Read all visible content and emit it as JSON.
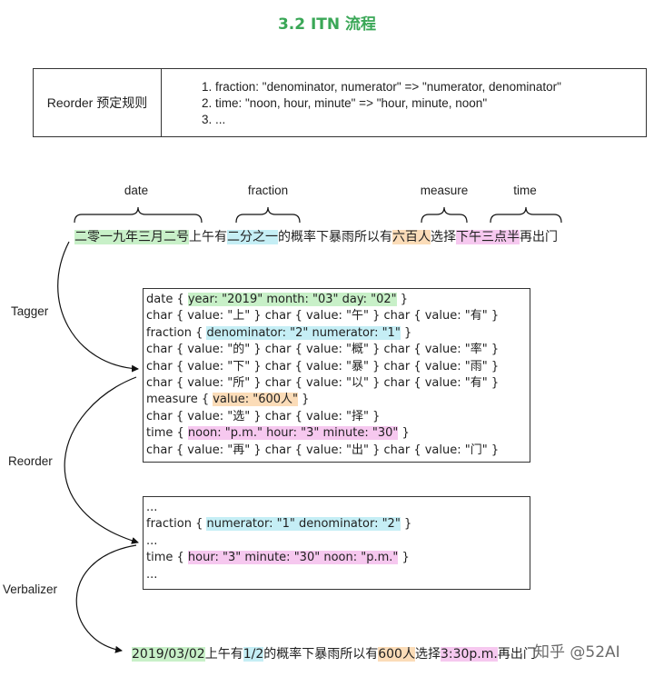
{
  "title": "3.2 ITN 流程",
  "reorder_rules": {
    "label": "Reorder 预定规则",
    "rules": [
      "1. fraction: \"denominator, numerator\" => \"numerator, denominator\"",
      "2. time: \"noon, hour, minute\" => \"hour, minute, noon\"",
      "3. ..."
    ]
  },
  "segment_labels": {
    "date": "date",
    "fraction": "fraction",
    "measure": "measure",
    "time": "time"
  },
  "input_sentence": [
    {
      "text": "二零一九年三月二号",
      "hl": "green"
    },
    {
      "text": "上午有",
      "hl": ""
    },
    {
      "text": "二分之一",
      "hl": "blue"
    },
    {
      "text": "的概率下暴雨所以有",
      "hl": ""
    },
    {
      "text": "六百人",
      "hl": "orange"
    },
    {
      "text": "选择",
      "hl": ""
    },
    {
      "text": "下午三点半",
      "hl": "pink"
    },
    {
      "text": "再出门",
      "hl": ""
    }
  ],
  "stages": {
    "tagger": "Tagger",
    "reorder": "Reorder",
    "verbalizer": "Verbalizer"
  },
  "tagger_output": [
    [
      {
        "text": "date { ",
        "hl": ""
      },
      {
        "text": "year: \"2019\" month: \"03\" day: \"02\"",
        "hl": "green"
      },
      {
        "text": " }",
        "hl": ""
      }
    ],
    [
      {
        "text": "char { value: \"上\" } char { value: \"午\" } char { value: \"有\" }",
        "hl": ""
      }
    ],
    [
      {
        "text": "fraction { ",
        "hl": ""
      },
      {
        "text": "denominator: \"2\" numerator: \"1\"",
        "hl": "blue"
      },
      {
        "text": " }",
        "hl": ""
      }
    ],
    [
      {
        "text": "char { value: \"的\" } char { value: \"概\" } char { value: \"率\" }",
        "hl": ""
      }
    ],
    [
      {
        "text": "char { value: \"下\" } char { value: \"暴\" } char { value: \"雨\" }",
        "hl": ""
      }
    ],
    [
      {
        "text": "char { value: \"所\" } char { value: \"以\" } char { value: \"有\" }",
        "hl": ""
      }
    ],
    [
      {
        "text": "measure { ",
        "hl": ""
      },
      {
        "text": "value: \"600人\"",
        "hl": "orange"
      },
      {
        "text": " }",
        "hl": ""
      }
    ],
    [
      {
        "text": "char { value: \"选\" } char { value: \"择\" }",
        "hl": ""
      }
    ],
    [
      {
        "text": "time { ",
        "hl": ""
      },
      {
        "text": "noon: \"p.m.\" hour: \"3\" minute: \"30\"",
        "hl": "pink"
      },
      {
        "text": " }",
        "hl": ""
      }
    ],
    [
      {
        "text": "char { value: \"再\" } char { value: \"出\" } char { value: \"门\" }",
        "hl": ""
      }
    ]
  ],
  "reorder_output": [
    [
      {
        "text": "...",
        "hl": ""
      }
    ],
    [
      {
        "text": "fraction { ",
        "hl": ""
      },
      {
        "text": "numerator: \"1\" denominator: \"2\"",
        "hl": "blue"
      },
      {
        "text": " }",
        "hl": ""
      }
    ],
    [
      {
        "text": "...",
        "hl": ""
      }
    ],
    [
      {
        "text": "time { ",
        "hl": ""
      },
      {
        "text": "hour: \"3\" minute: \"30\" noon: \"p.m.\"",
        "hl": "pink"
      },
      {
        "text": " }",
        "hl": ""
      }
    ],
    [
      {
        "text": "...",
        "hl": ""
      }
    ]
  ],
  "output_sentence": [
    {
      "text": "2019/03/02",
      "hl": "green"
    },
    {
      "text": "上午有",
      "hl": ""
    },
    {
      "text": "1/2",
      "hl": "blue"
    },
    {
      "text": "的概率下暴雨所以有",
      "hl": ""
    },
    {
      "text": "600人",
      "hl": "orange"
    },
    {
      "text": "选择",
      "hl": ""
    },
    {
      "text": "3:30p.m.",
      "hl": "pink"
    },
    {
      "text": "再出门",
      "hl": ""
    }
  ],
  "watermark": "知乎 @52AI",
  "colors": {
    "title": "#3aa757",
    "green": "#c8f0c8",
    "blue": "#c5eef5",
    "orange": "#fbdcb8",
    "pink": "#f6c8ef"
  }
}
